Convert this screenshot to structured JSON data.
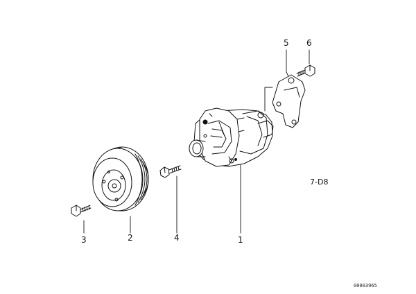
{
  "diagram": {
    "callouts": [
      {
        "id": "1",
        "text": "1"
      },
      {
        "id": "2",
        "text": "2"
      },
      {
        "id": "3",
        "text": "3"
      },
      {
        "id": "4",
        "text": "4"
      },
      {
        "id": "5",
        "text": "5"
      },
      {
        "id": "6",
        "text": "6"
      }
    ],
    "group_label": "7-D8",
    "reference": "00003965"
  }
}
